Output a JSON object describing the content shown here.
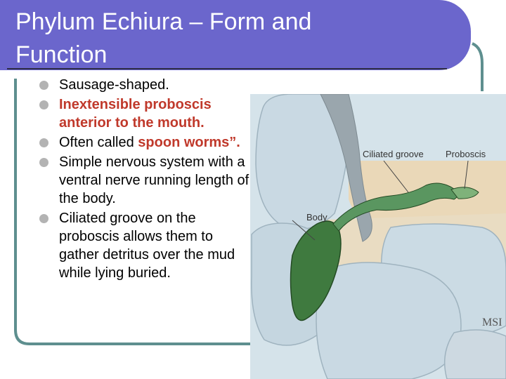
{
  "slide": {
    "title_line1": "Phylum Echiura – Form and",
    "title_line2": "Function"
  },
  "bullets": [
    {
      "text": "Sausage-shaped."
    },
    {
      "highlight": "Inextensible proboscis anterior to the mouth."
    },
    {
      "prefix": "Often called ",
      "highlight": "spoon worms”."
    },
    {
      "text": "Simple nervous system with a ventral nerve running length of the body."
    },
    {
      "text": "Ciliated groove on the proboscis allows them to gather detritus over the mud while lying buried."
    }
  ],
  "illustration": {
    "labels": {
      "ciliated_groove": "Ciliated groove",
      "proboscis": "Proboscis",
      "body": "Body"
    },
    "signature": "MSI"
  },
  "colors": {
    "title_band": "#6b66cc",
    "frame_teal": "#5e8f8f",
    "bullet_dot": "#b3b3b3",
    "highlight_red": "#c0392b",
    "rock": "#c9d9e3",
    "sand": "#ead8b8",
    "worm_green": "#3f7a3f"
  }
}
